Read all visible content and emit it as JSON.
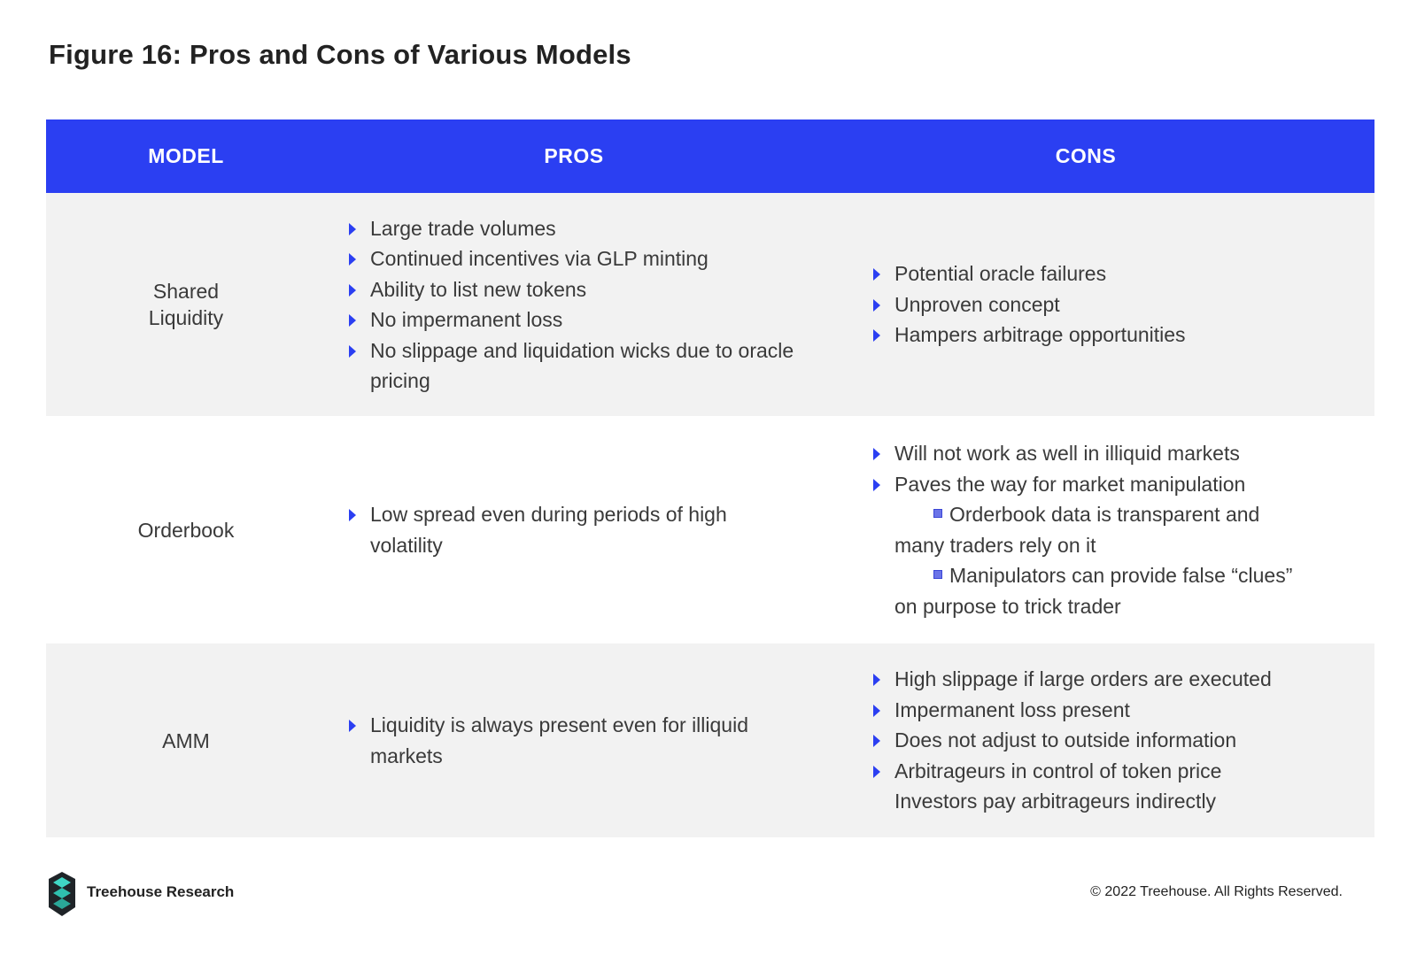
{
  "title": "Figure 16: Pros and Cons of Various Models",
  "columns": {
    "model": "MODEL",
    "pros": "PROS",
    "cons": "CONS"
  },
  "rows": [
    {
      "model": "Shared Liquidity",
      "pros": [
        "Large trade volumes",
        "Continued incentives via GLP minting",
        "Ability to list new tokens",
        "No impermanent loss",
        "No slippage and liquidation wicks due to oracle pricing"
      ],
      "cons": [
        "Potential oracle failures",
        "Unproven concept",
        "Hampers arbitrage opportunities"
      ]
    },
    {
      "model": "Orderbook",
      "pros": [
        "Low spread even during periods of high volatility"
      ],
      "cons": [
        "Will not work as well in illiquid markets",
        "Paves the way for market manipulation"
      ],
      "cons_sub": [
        {
          "first": "Orderbook data is transparent and",
          "rest": "many traders rely on it"
        },
        {
          "first": "Manipulators can provide false “clues”",
          "rest": "on purpose to trick trader"
        }
      ]
    },
    {
      "model": "AMM",
      "pros": [
        "Liquidity is always present even for illiquid markets"
      ],
      "cons": [
        "High slippage if large orders are executed",
        "Impermanent loss present",
        "Does not adjust to outside information",
        "Arbitrageurs in control of token price"
      ],
      "cons_extra": "Investors pay arbitrageurs indirectly"
    }
  ],
  "footer": {
    "brand": "Treehouse Research",
    "copyright": "© 2022 Treehouse. All Rights Reserved."
  },
  "colors": {
    "header": "#2b3ff2",
    "row_shade": "#f2f2f2",
    "bullet": "#2b3ff2"
  }
}
